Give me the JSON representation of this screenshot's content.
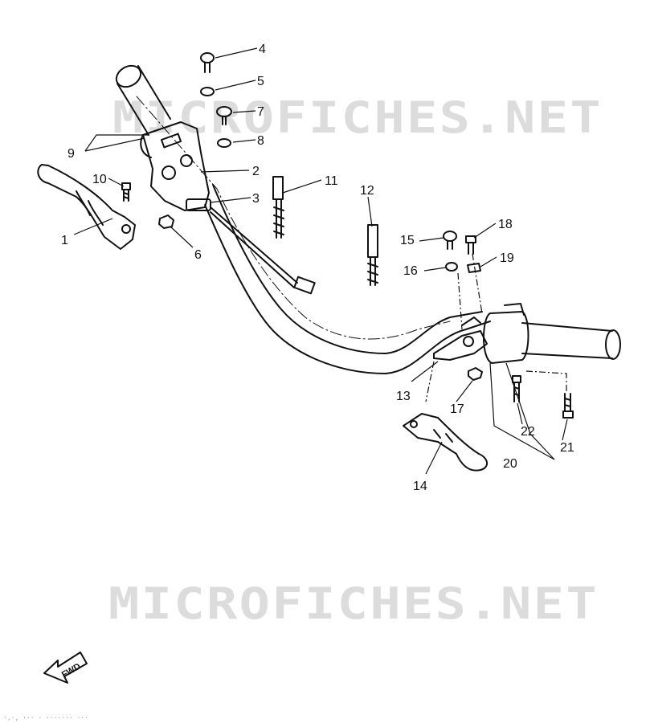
{
  "watermarks": [
    "MICROFICHES.NET",
    "MICROFICHES.NET"
  ],
  "fwd_label": "FWD",
  "footer_text": "·,·,  ···  ·  ·······  ···",
  "part_labels": [
    "1",
    "2",
    "3",
    "4",
    "5",
    "6",
    "7",
    "8",
    "9",
    "10",
    "11",
    "12",
    "13",
    "14",
    "15",
    "16",
    "17",
    "18",
    "19",
    "20",
    "21",
    "22"
  ],
  "colors": {
    "line": "#111111",
    "watermark": "#dcdcdc",
    "background": "#ffffff"
  }
}
